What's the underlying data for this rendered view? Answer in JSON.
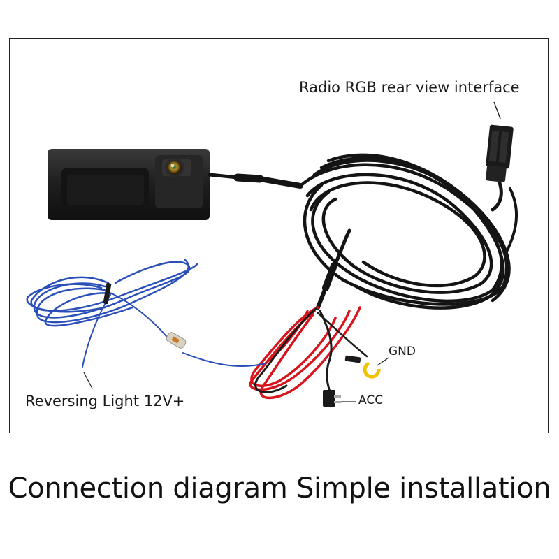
{
  "labels": {
    "radio_interface": "Radio RGB rear view interface",
    "reversing_light": "Reversing Light 12V+",
    "gnd": "GND",
    "acc": "ACC"
  },
  "caption": "Connection diagram Simple installation",
  "colors": {
    "cable_black": "#141414",
    "wire_blue": "#2b4fb8",
    "wire_red": "#d8141c",
    "ring_terminal": "#f2c200",
    "housing": "#1c1c1c"
  }
}
